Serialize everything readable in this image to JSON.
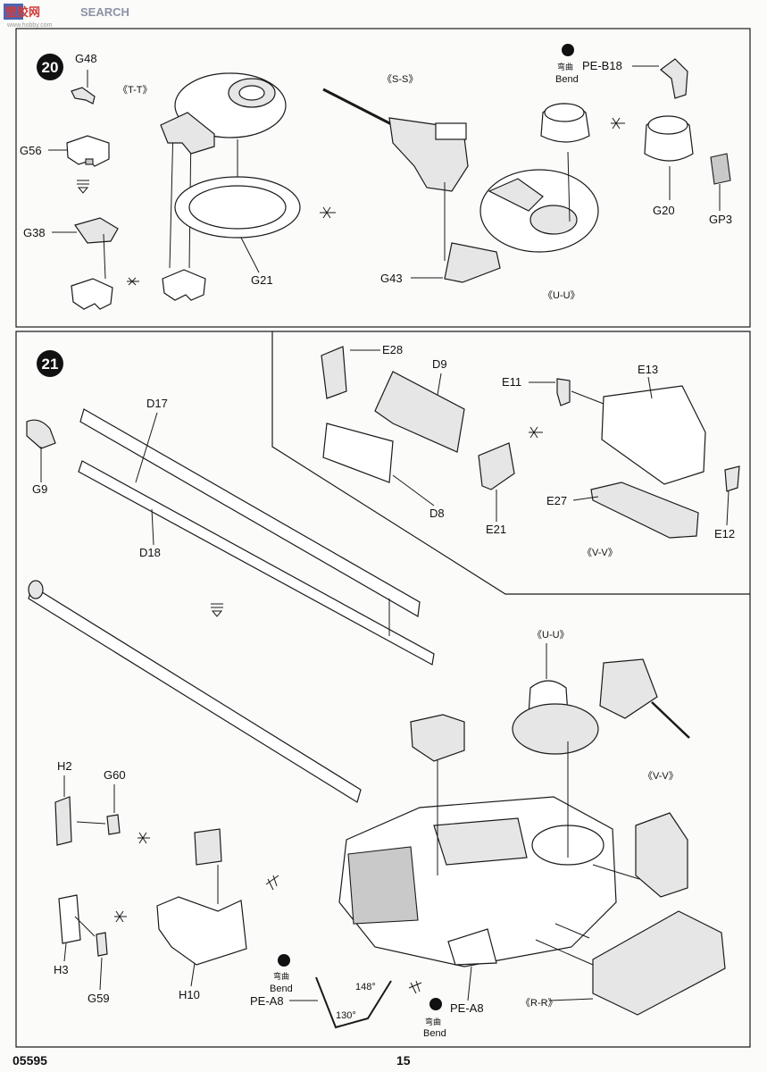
{
  "watermark": {
    "brand_cn": "塑胶网",
    "brand_en": "SEARCH",
    "site": "www.hobby.com"
  },
  "step20": {
    "number": "20",
    "refs": {
      "tt": "《T-T》",
      "ss": "《S-S》",
      "uu": "《U-U》"
    },
    "parts": {
      "g48": "G48",
      "g56": "G56",
      "g38": "G38",
      "g21": "G21",
      "g43": "G43",
      "g20": "G20",
      "gp3": "GP3",
      "peb18": "PE-B18"
    },
    "bend_cn": "弯曲",
    "bend_en": "Bend"
  },
  "step21": {
    "number": "21",
    "parts": {
      "d17": "D17",
      "d18": "D18",
      "g9": "G9",
      "e28": "E28",
      "d9": "D9",
      "e11": "E11",
      "e13": "E13",
      "d8": "D8",
      "e21": "E21",
      "e27": "E27",
      "e12": "E12",
      "h2": "H2",
      "g60": "G60",
      "h3": "H3",
      "g59": "G59",
      "h10": "H10",
      "pea8_left": "PE-A8",
      "pea8_right": "PE-A8"
    },
    "refs": {
      "vv": "《V-V》",
      "uu": "《U-U》",
      "vv2": "《V-V》",
      "rr": "《R-R》"
    },
    "angles": {
      "a130": "130°",
      "a148": "148°"
    },
    "bend_cn": "弯曲",
    "bend_en": "Bend"
  },
  "footer": {
    "code": "05595",
    "page": "15"
  }
}
